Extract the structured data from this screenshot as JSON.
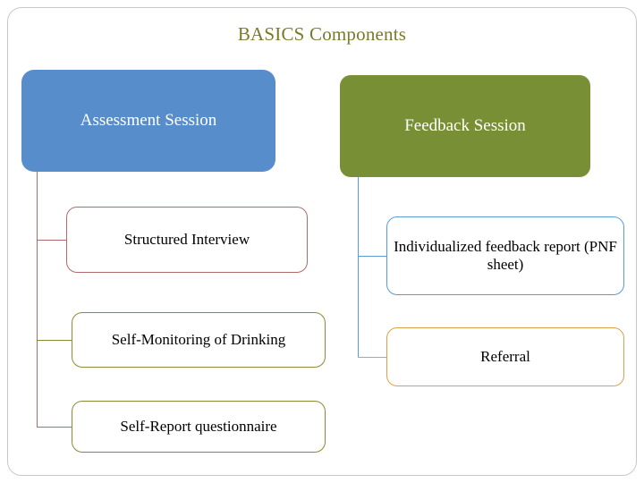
{
  "slide": {
    "title": "BASICS Components"
  },
  "nodes": {
    "assessment": "Assessment Session",
    "feedback": "Feedback Session",
    "structured_interview": "Structured  Interview",
    "self_monitoring": "Self-Monitoring of Drinking",
    "self_report": "Self-Report questionnaire",
    "individualized_feedback": "Individualized feedback report  (PNF sheet)",
    "referral": "Referral"
  },
  "colors": {
    "title": "#7a7a2a",
    "assessment_fill": "#588dcb",
    "feedback_fill": "#788f36",
    "structured_border": "#b26a6a",
    "self_monitoring_border": "#8a8a36",
    "self_report_border": "#8a8a36",
    "individualized_border": "#5b9bd5",
    "referral_border": "#d9a14a"
  }
}
